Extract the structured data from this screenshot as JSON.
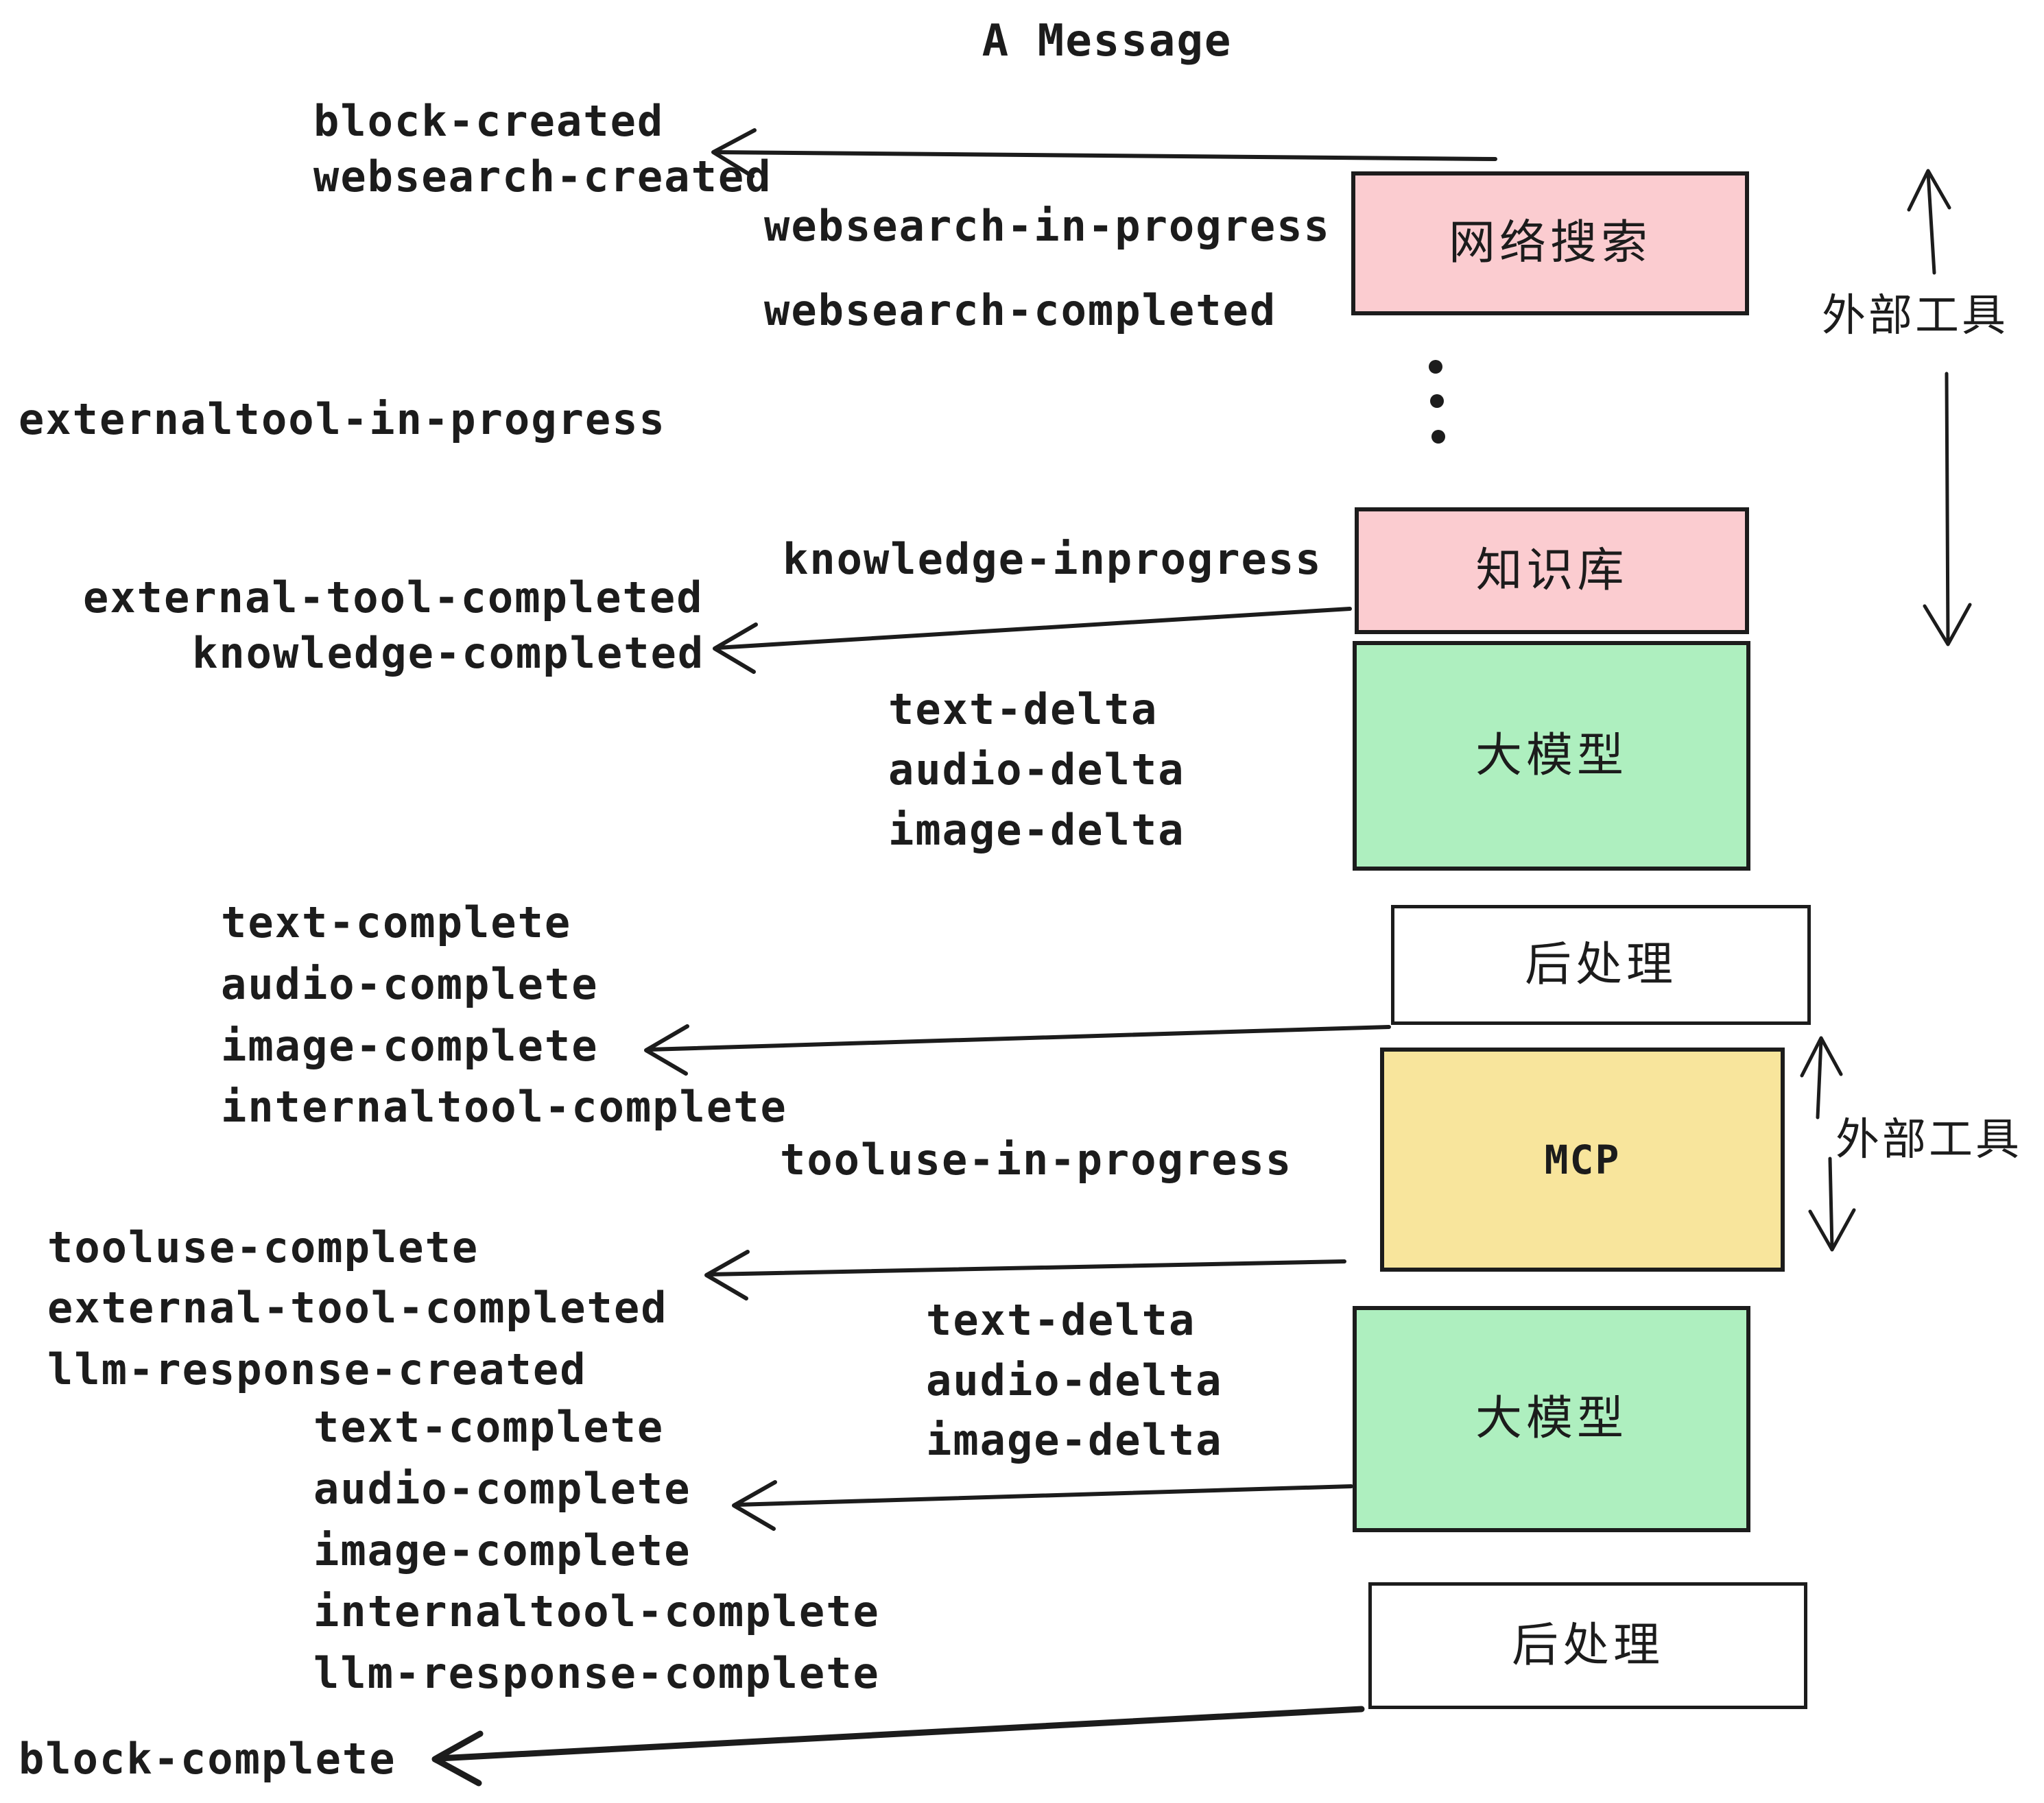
{
  "title": "A Message",
  "colors": {
    "pink": "#fbccd0",
    "green": "#aeefbf",
    "yellow": "#f8e59c",
    "white": "#ffffff",
    "ink": "#1c1c1c",
    "background": "#ffffff"
  },
  "boxes": [
    {
      "id": "websearch",
      "label": "网络搜索",
      "color": "pink"
    },
    {
      "id": "knowledge",
      "label": "知识库",
      "color": "pink"
    },
    {
      "id": "llm-1",
      "label": "大模型",
      "color": "green"
    },
    {
      "id": "postprocess-1",
      "label": "后处理",
      "color": "white"
    },
    {
      "id": "mcp",
      "label": "MCP",
      "color": "yellow"
    },
    {
      "id": "llm-2",
      "label": "大模型",
      "color": "green"
    },
    {
      "id": "postprocess-2",
      "label": "后处理",
      "color": "white"
    }
  ],
  "side_labels": [
    {
      "id": "external-tools-top",
      "text": "外部工具"
    },
    {
      "id": "external-tools-mcp",
      "text": "外部工具"
    }
  ],
  "events": [
    {
      "text": "block-created"
    },
    {
      "text": "websearch-created"
    },
    {
      "text": "websearch-in-progress"
    },
    {
      "text": "websearch-completed"
    },
    {
      "text": "externaltool-in-progress"
    },
    {
      "text": "knowledge-inprogress"
    },
    {
      "text": "external-tool-completed"
    },
    {
      "text": "knowledge-completed"
    },
    {
      "text": "text-delta"
    },
    {
      "text": "audio-delta"
    },
    {
      "text": "image-delta"
    },
    {
      "text": "text-complete"
    },
    {
      "text": "audio-complete"
    },
    {
      "text": "image-complete"
    },
    {
      "text": "internaltool-complete"
    },
    {
      "text": "tooluse-in-progress"
    },
    {
      "text": "tooluse-complete"
    },
    {
      "text": "external-tool-completed"
    },
    {
      "text": "llm-response-created"
    },
    {
      "text": "text-complete"
    },
    {
      "text": "audio-complete"
    },
    {
      "text": "image-complete"
    },
    {
      "text": "internaltool-complete"
    },
    {
      "text": "llm-response-complete"
    },
    {
      "text": "block-complete"
    },
    {
      "text": "text-delta"
    },
    {
      "text": "audio-delta"
    },
    {
      "text": "image-delta"
    }
  ],
  "arrows": [
    {
      "id": "arrow-to-block-created",
      "direction": "left",
      "points_to": "block-created / websearch-created"
    },
    {
      "id": "arrow-to-knowledge-completed",
      "direction": "left",
      "points_to": "knowledge-completed"
    },
    {
      "id": "arrow-to-image-complete",
      "direction": "left",
      "points_to": "image-complete"
    },
    {
      "id": "arrow-to-tooluse-complete",
      "direction": "left",
      "points_to": "tooluse-complete / external-tool-completed"
    },
    {
      "id": "arrow-to-audio-complete",
      "direction": "left",
      "points_to": "audio-complete"
    },
    {
      "id": "arrow-to-block-complete",
      "direction": "left",
      "points_to": "block-complete"
    },
    {
      "id": "arrow-external-tools-up",
      "direction": "up",
      "points_to": "网络搜索"
    },
    {
      "id": "arrow-external-tools-down",
      "direction": "down",
      "points_to": "知识库"
    },
    {
      "id": "arrow-mcp-up",
      "direction": "up",
      "points_to": "MCP"
    },
    {
      "id": "arrow-mcp-down",
      "direction": "down",
      "points_to": "MCP"
    }
  ],
  "ellipsis": "⋮"
}
